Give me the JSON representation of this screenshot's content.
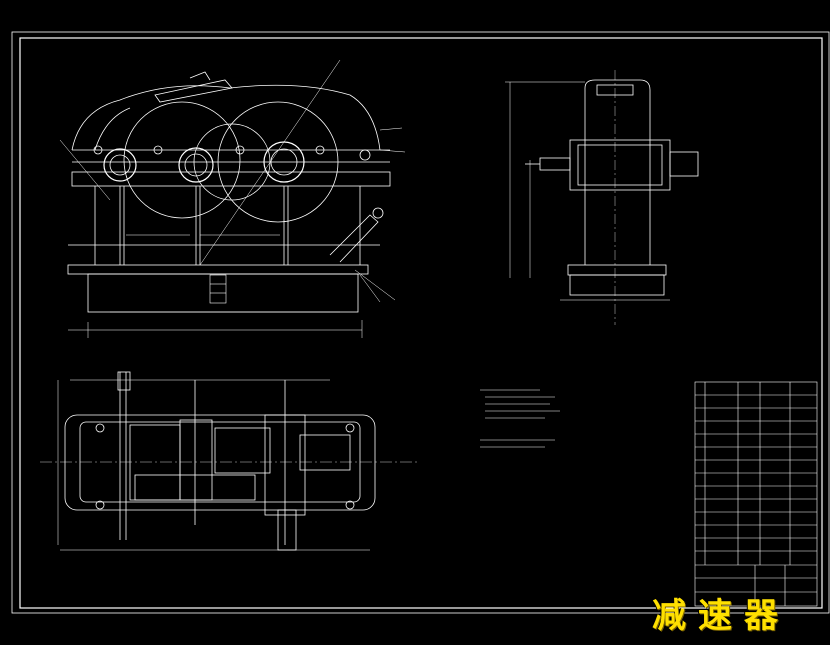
{
  "caption": "减速器",
  "colors": {
    "background": "#000000",
    "lines": "#ffffff",
    "caption": "#ffe000"
  },
  "views": [
    "front-view",
    "side-view",
    "top-view"
  ],
  "parts": [
    "gearbox-housing",
    "gear-left",
    "gear-middle",
    "gear-right",
    "shaft-input",
    "shaft-output",
    "oil-dipstick",
    "inspection-cover",
    "base-flange",
    "bolt"
  ],
  "title_block": "title-block",
  "tech_notes": "technical-requirements"
}
